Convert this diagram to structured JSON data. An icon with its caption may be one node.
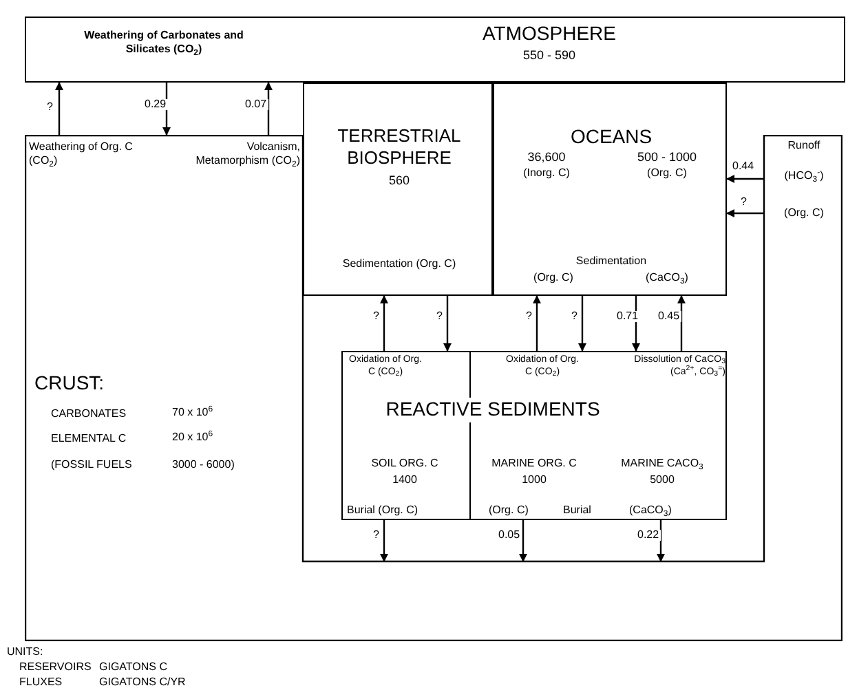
{
  "diagram": {
    "nodes": [
      {
        "text": [
          "Weathering of Carbonates and Silicates (CO$_{2}$)",
          "ATMOSPHERE",
          "550 - 590"
        ]
      },
      {
        "text": [
          "Weathering of Org. C (CO$_{2}$)",
          "Volcanism, Metamorphism (CO$_{2}$)",
          "Runoff",
          "(HCO$_{3}$$^{-}$)",
          "(Org. C)",
          "CRUST:",
          "CARBONATES",
          "70 x 10$^{6}$",
          "ELEMENTAL C",
          "20 x 10$^{6}$",
          "(FOSSIL FUELS",
          "3000 - 6000)"
        ]
      },
      {
        "text": [
          "TERRESTRIAL BIOSPHERE",
          "560",
          "Sedimentation (Org. C)"
        ]
      },
      {
        "text": [
          "OCEANS",
          "36,600",
          "(Inorg. C)",
          "500 - 1000",
          "(Org. C)",
          "Sedimentation",
          "(Org. C)",
          "(CaCO$_{3}$)"
        ]
      },
      {
        "text": [
          "Oxidation of Org. C (CO$_{2}$)",
          "Oxidation of Org. C (CO$_{2}$)",
          "Dissolution of CaCO$_{3}$ (Ca$^{2+}$, CO$_{3}$$^{=}$)",
          "REACTIVE SEDIMENTS",
          "SOIL ORG. C",
          "1400",
          "MARINE ORG. C",
          "1000",
          "MARINE CACO$_{3}$",
          "5000",
          "Burial (Org. C)",
          "(Org. C)",
          "Burial",
          "(CaCO$_{3}$)"
        ]
      }
    ],
    "edges": [
      {
        "from": 1,
        "to": 0,
        "arrow": "to",
        "label": "?"
      },
      {
        "from": 0,
        "to": 1,
        "arrow": "to",
        "label": "0.29"
      },
      {
        "from": 1,
        "to": 0,
        "arrow": "to",
        "label": "0.07"
      },
      {
        "from": 1,
        "to": 3,
        "arrow": "to",
        "label": "0.44"
      },
      {
        "from": 1,
        "to": 3,
        "arrow": "to",
        "label": "?"
      },
      {
        "from": 4,
        "to": 2,
        "arrow": "to",
        "label": "?"
      },
      {
        "from": 2,
        "to": 4,
        "arrow": "to",
        "label": "?"
      },
      {
        "from": 4,
        "to": 3,
        "arrow": "to",
        "label": "?"
      },
      {
        "from": 3,
        "to": 4,
        "arrow": "to",
        "label": "?"
      },
      {
        "from": 3,
        "to": 4,
        "arrow": "to",
        "label": "0.71"
      },
      {
        "from": 4,
        "to": 3,
        "arrow": "to",
        "label": "0.45"
      },
      {
        "from": 4,
        "to": 1,
        "arrow": "to",
        "label": "?"
      },
      {
        "from": 4,
        "to": 1,
        "arrow": "to",
        "label": "0.05"
      },
      {
        "from": 4,
        "to": 1,
        "arrow": "to",
        "label": "0.22"
      }
    ],
    "labels": [
      "UNITS:",
      "RESERVOIRS",
      "GIGATONS C",
      "FLUXES",
      "GIGATONS C/YR"
    ]
  }
}
